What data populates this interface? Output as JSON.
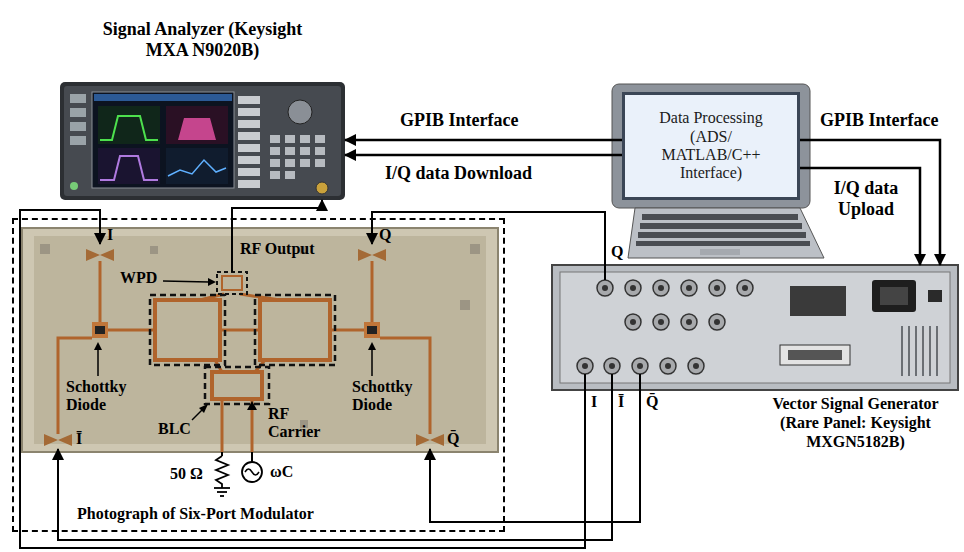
{
  "diagram": {
    "nodes": [
      {
        "text": [
          "Signal Analyzer (Keysight MXA N9020B)"
        ]
      },
      {
        "text": [
          "Data Processing (ADS/ MATLAB/C++ Interface)"
        ]
      },
      {
        "text": [
          "Vector Signal Generator (Rare Panel: Keysight MXGN5182B)"
        ]
      },
      {
        "text": [
          "Photograph of Six-Port Modulator"
        ]
      }
    ],
    "edges": [
      {
        "from": 1,
        "to": 0,
        "arrow": "to",
        "label": "GPIB Interface"
      },
      {
        "from": 1,
        "to": 0,
        "arrow": "to",
        "label": "I/Q data Download"
      },
      {
        "from": 1,
        "to": 2,
        "arrow": "to",
        "label": "GPIB Interface"
      },
      {
        "from": 1,
        "to": 2,
        "arrow": "to",
        "label": "I/Q data Upload"
      },
      {
        "from": 3,
        "to": 0,
        "arrow": "to"
      },
      {
        "from": 2,
        "to": 3,
        "arrow": "to"
      },
      {
        "from": 2,
        "to": 3,
        "arrow": "to"
      },
      {
        "from": 2,
        "to": 3,
        "arrow": "to"
      },
      {
        "from": 2,
        "to": 3,
        "arrow": "to"
      }
    ],
    "labels": [
      "RF Output",
      "WPD",
      "Schottky Diode",
      "Schottky Diode",
      "BLC",
      "RF Carrier",
      "50 Ω",
      "ωC",
      "I",
      "Q",
      "Ī",
      "Q̄",
      "Q",
      "I",
      "Ī",
      "Q̄"
    ]
  }
}
